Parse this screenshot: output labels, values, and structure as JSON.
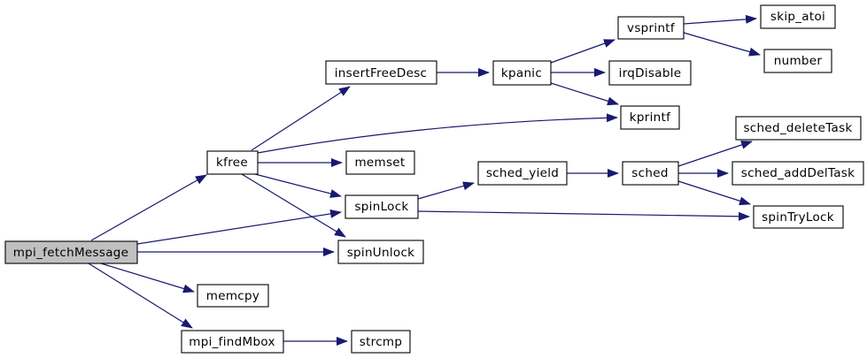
{
  "diagram": {
    "type": "call-graph",
    "root": "mpi_fetchMessage",
    "nodes": {
      "mpi_fetchMessage": {
        "label": "mpi_fetchMessage",
        "highlighted": true
      },
      "kfree": {
        "label": "kfree",
        "highlighted": false
      },
      "insertFreeDesc": {
        "label": "insertFreeDesc",
        "highlighted": false
      },
      "kpanic": {
        "label": "kpanic",
        "highlighted": false
      },
      "vsprintf": {
        "label": "vsprintf",
        "highlighted": false
      },
      "skip_atoi": {
        "label": "skip_atoi",
        "highlighted": false
      },
      "number": {
        "label": "number",
        "highlighted": false
      },
      "irqDisable": {
        "label": "irqDisable",
        "highlighted": false
      },
      "kprintf": {
        "label": "kprintf",
        "highlighted": false
      },
      "memset": {
        "label": "memset",
        "highlighted": false
      },
      "spinLock": {
        "label": "spinLock",
        "highlighted": false
      },
      "spinUnlock": {
        "label": "spinUnlock",
        "highlighted": false
      },
      "sched_yield": {
        "label": "sched_yield",
        "highlighted": false
      },
      "sched": {
        "label": "sched",
        "highlighted": false
      },
      "sched_deleteTask": {
        "label": "sched_deleteTask",
        "highlighted": false
      },
      "sched_addDelTask": {
        "label": "sched_addDelTask",
        "highlighted": false
      },
      "spinTryLock": {
        "label": "spinTryLock",
        "highlighted": false
      },
      "memcpy": {
        "label": "memcpy",
        "highlighted": false
      },
      "mpi_findMbox": {
        "label": "mpi_findMbox",
        "highlighted": false
      },
      "strcmp": {
        "label": "strcmp",
        "highlighted": false
      }
    },
    "edges": [
      {
        "from": "mpi_fetchMessage",
        "to": "kfree"
      },
      {
        "from": "mpi_fetchMessage",
        "to": "spinLock"
      },
      {
        "from": "mpi_fetchMessage",
        "to": "spinUnlock"
      },
      {
        "from": "mpi_fetchMessage",
        "to": "memcpy"
      },
      {
        "from": "mpi_fetchMessage",
        "to": "mpi_findMbox"
      },
      {
        "from": "kfree",
        "to": "insertFreeDesc"
      },
      {
        "from": "kfree",
        "to": "kprintf"
      },
      {
        "from": "kfree",
        "to": "memset"
      },
      {
        "from": "kfree",
        "to": "spinLock"
      },
      {
        "from": "kfree",
        "to": "spinUnlock"
      },
      {
        "from": "insertFreeDesc",
        "to": "kpanic"
      },
      {
        "from": "kpanic",
        "to": "vsprintf"
      },
      {
        "from": "kpanic",
        "to": "irqDisable"
      },
      {
        "from": "kpanic",
        "to": "kprintf"
      },
      {
        "from": "vsprintf",
        "to": "skip_atoi"
      },
      {
        "from": "vsprintf",
        "to": "number"
      },
      {
        "from": "spinLock",
        "to": "sched_yield"
      },
      {
        "from": "spinLock",
        "to": "spinTryLock"
      },
      {
        "from": "sched_yield",
        "to": "sched"
      },
      {
        "from": "sched",
        "to": "sched_deleteTask"
      },
      {
        "from": "sched",
        "to": "sched_addDelTask"
      },
      {
        "from": "sched",
        "to": "spinTryLock"
      },
      {
        "from": "mpi_findMbox",
        "to": "strcmp"
      }
    ],
    "colors": {
      "edge": "#191970",
      "node_border": "#000000",
      "node_fill": "#ffffff",
      "highlight_fill": "#c0c0c0",
      "text": "#000000",
      "background": "#ffffff"
    }
  }
}
